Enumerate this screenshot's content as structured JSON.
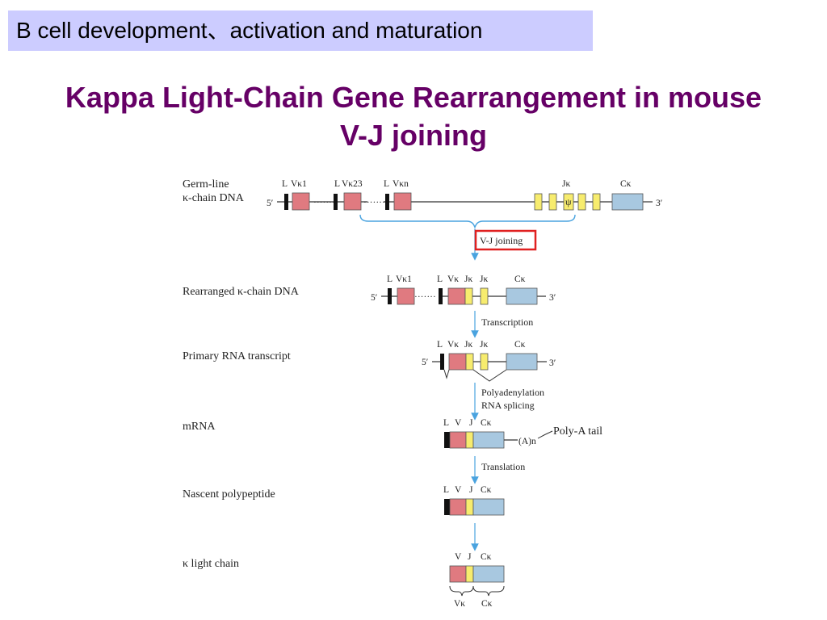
{
  "header": {
    "text": "B cell development、activation and maturation"
  },
  "title": {
    "line1": "Kappa Light-Chain Gene Rearrangement in mouse",
    "line2": "V-J joining"
  },
  "colors": {
    "v_segment": "#e07a80",
    "j_segment": "#f7ec6e",
    "c_segment": "#a8c8e0",
    "leader": "#111111",
    "arrow": "#4aa3df",
    "highlight_box": "#e02020",
    "title": "#660066",
    "header_bg": "#ccccff"
  },
  "rows": {
    "germline": {
      "line1": "Germ-line",
      "line2": "κ-chain DNA"
    },
    "rearranged": "Rearranged κ-chain DNA",
    "primary": "Primary RNA transcript",
    "mrna": "mRNA",
    "nascent": "Nascent polypeptide",
    "light": "κ light chain"
  },
  "segments": {
    "L": "L",
    "Vk1": "Vκ1",
    "Vk23": "Vκ23",
    "Vkn": "Vκn",
    "Vk": "Vκ",
    "Jk": "Jκ",
    "Ck": "Cκ",
    "V": "V",
    "J": "J",
    "psi": "ψ",
    "five": "5′",
    "three": "3′",
    "dots": "·······",
    "polyA": "(A)n"
  },
  "steps": {
    "vj": "V-J joining",
    "transcription": "Transcription",
    "polyadenylation": "Polyadenylation",
    "splicing": "RNA splicing",
    "translation": "Translation",
    "polyA_tail": "Poly-A tail"
  }
}
